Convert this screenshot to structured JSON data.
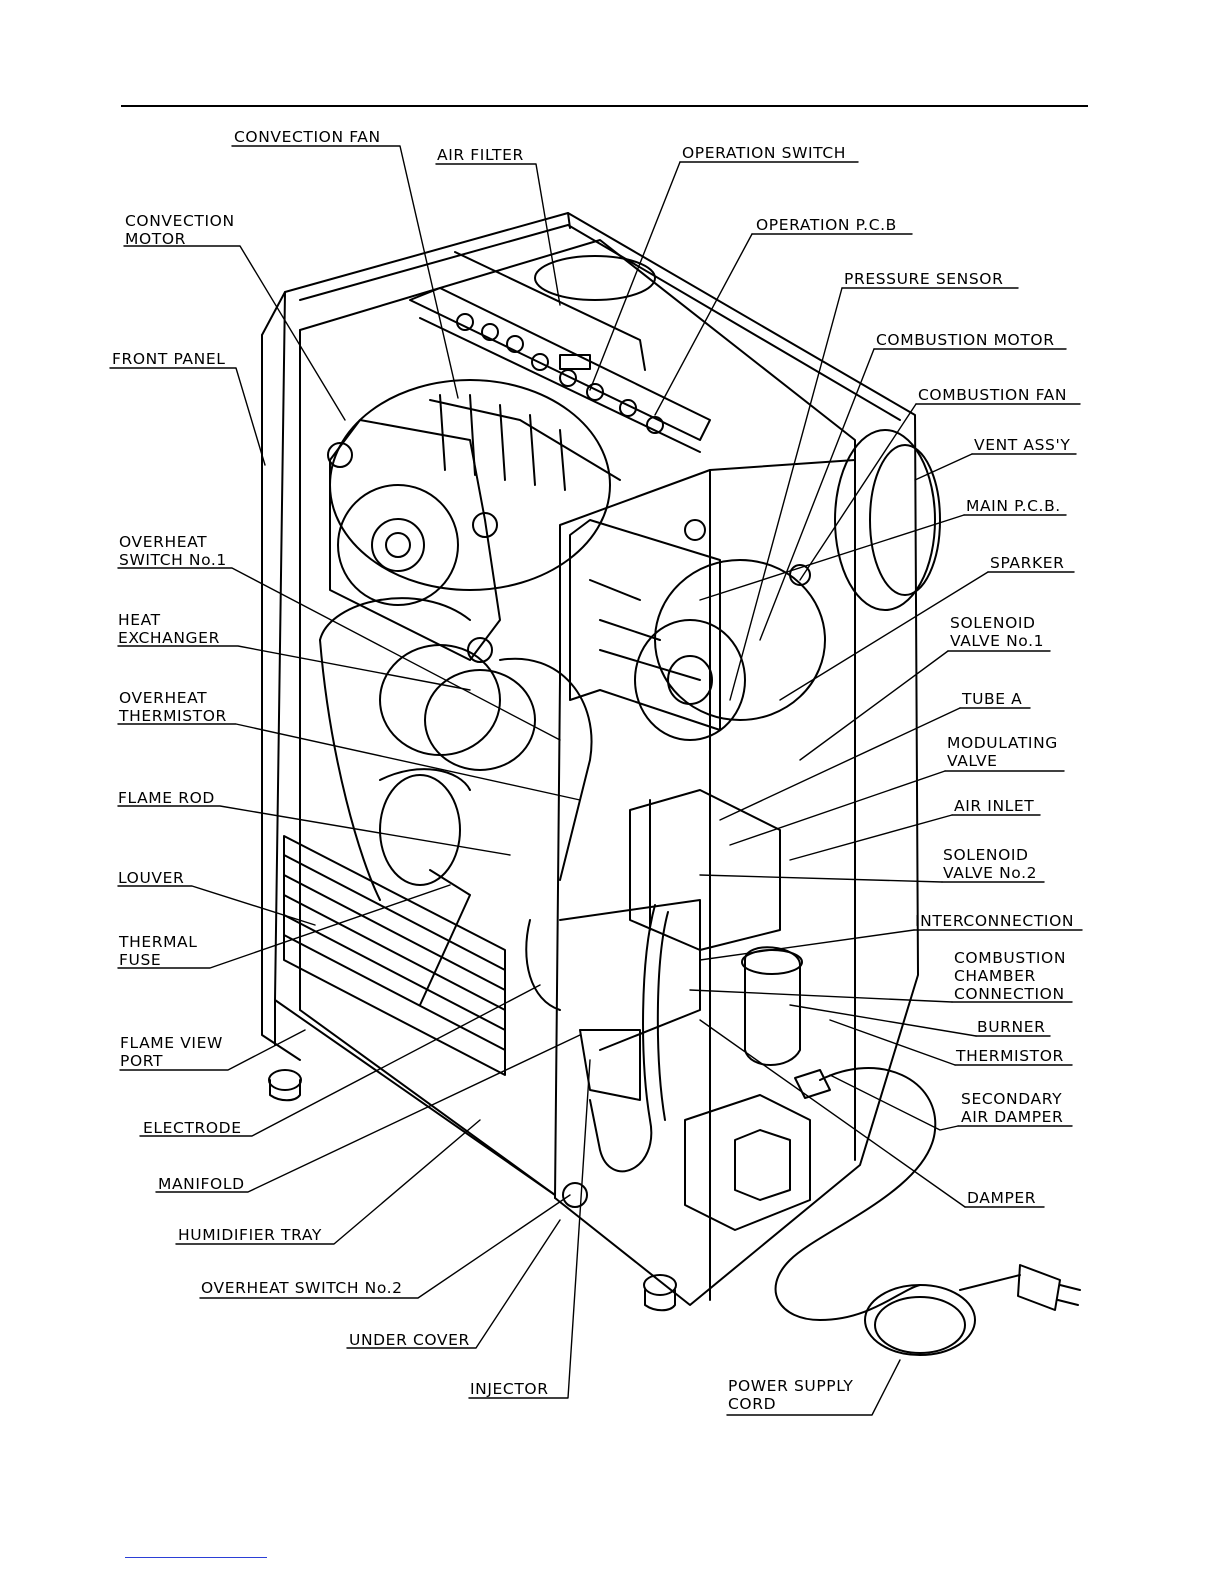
{
  "labels": {
    "convection_fan": "CONVECTION FAN",
    "air_filter": "AIR FILTER",
    "operation_switch": "OPERATION SWITCH",
    "operation_pcb": "OPERATION P.C.B",
    "pressure_sensor": "PRESSURE SENSOR",
    "combustion_motor": "COMBUSTION MOTOR",
    "combustion_fan": "COMBUSTION FAN",
    "vent_assy": "VENT ASS'Y",
    "main_pcb": "MAIN P.C.B.",
    "sparker": "SPARKER",
    "solenoid_valve_1": "SOLENOID\nVALVE No.1",
    "tube_a": "TUBE A",
    "modulating_valve": "MODULATING\nVALVE",
    "air_inlet": "AIR INLET",
    "solenoid_valve_2": "SOLENOID\nVALVE No.2",
    "interconnection": "INTERCONNECTION",
    "combustion_chamber_connection": "COMBUSTION\nCHAMBER\nCONNECTION",
    "burner": "BURNER",
    "thermistor": "THERMISTOR",
    "secondary_air_damper": "SECONDARY\nAIR DAMPER",
    "damper": "DAMPER",
    "power_supply_cord": "POWER SUPPLY\nCORD",
    "convection_motor": "CONVECTION\nMOTOR",
    "front_panel": "FRONT PANEL",
    "overheat_switch_1": "OVERHEAT\nSWITCH No.1",
    "heat_exchanger": "HEAT\nEXCHANGER",
    "overheat_thermistor": "OVERHEAT\nTHERMISTOR",
    "flame_rod": "FLAME ROD",
    "louver": "LOUVER",
    "thermal_fuse": "THERMAL\nFUSE",
    "flame_view_port": "FLAME VIEW\nPORT",
    "electrode": "ELECTRODE",
    "manifold": "MANIFOLD",
    "humidifier_tray": "HUMIDIFIER TRAY",
    "overheat_switch_2": "OVERHEAT SWITCH No.2",
    "under_cover": "UNDER COVER",
    "injector": "INJECTOR"
  }
}
